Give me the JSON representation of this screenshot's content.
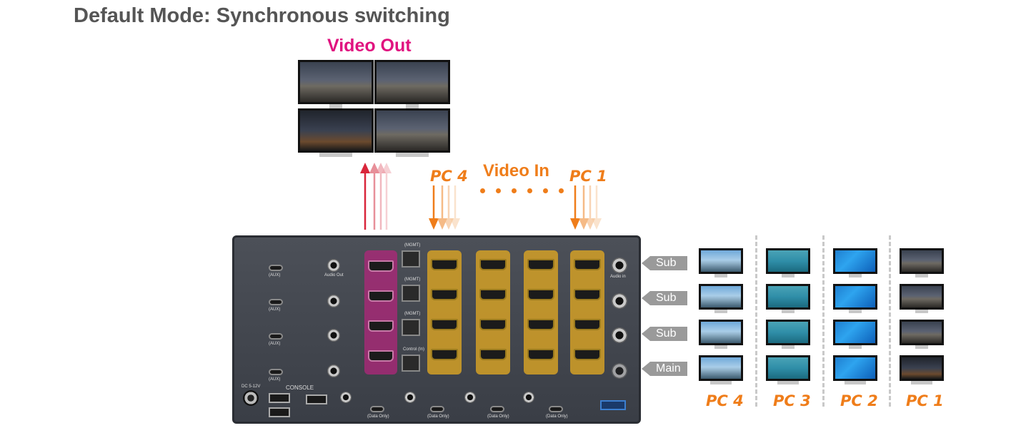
{
  "title": "Default Mode: Synchronous switching",
  "video_out_label": "Video Out",
  "video_in_label": "Video In",
  "top_pc_labels": {
    "left": "PC 4",
    "right": "PC 1"
  },
  "row_labels": [
    "Sub",
    "Sub",
    "Sub",
    "Main"
  ],
  "bottom_pc_labels": [
    "PC 4",
    "PC 3",
    "PC 2",
    "PC 1"
  ],
  "device_labels": {
    "aux": "(AUX)",
    "mgmt": "(MGMT)",
    "console": "CONSOLE",
    "dc": "DC 5-12V",
    "control": "Control (In)",
    "data_only": "(Data Only)",
    "audio_out": "Audio Out",
    "audio_in": "Audio in"
  },
  "colors": {
    "title": "#555555",
    "video_out": "#e0127f",
    "video_in": "#ef7d1a",
    "out_arrows": "#d9263b",
    "in_arrows": "#ef7d1a",
    "gold_ports": "#d3a026",
    "magenta_ports": "#aa2878",
    "row_label_bg": "#9a9a9a"
  },
  "icons": [
    "arrow-up-icon",
    "arrow-down-icon",
    "monitor-icon",
    "hdmi-port-icon",
    "rj45-port-icon",
    "usb-c-port-icon",
    "usb-a-port-icon",
    "audio-jack-icon",
    "power-jack-icon"
  ]
}
